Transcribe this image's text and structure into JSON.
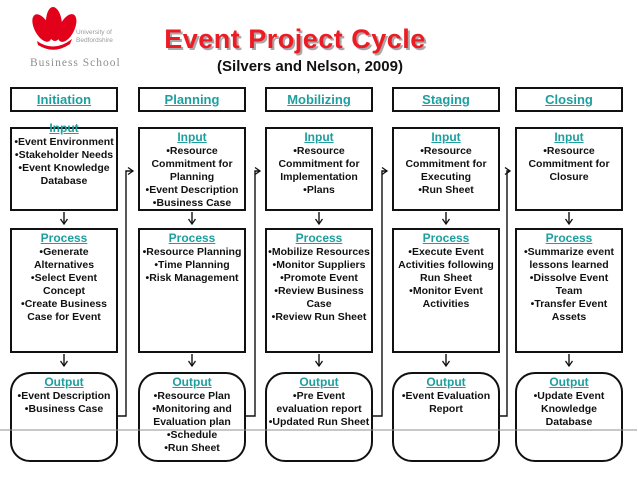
{
  "header": {
    "title": "Event Project Cycle",
    "subtitle": "(Silvers and Nelson, 2009)",
    "logo": {
      "university_line1": "University of",
      "university_line2": "Bedfordshire",
      "school": "Business School"
    }
  },
  "colors": {
    "title_red": "#ed1c24",
    "teal_accent": "#1e9f9f",
    "logo_red": "#e2001a",
    "box_border": "#111111"
  },
  "labels": {
    "input": "Input",
    "process": "Process",
    "output": "Output"
  },
  "phases": [
    {
      "name": "Initiation",
      "input": {
        "items": [
          "Event Environment",
          "Stakeholder Needs",
          "Event Knowledge Database"
        ]
      },
      "process": {
        "items": [
          "Generate Alternatives",
          "Select Event Concept",
          "Create Business Case for Event"
        ]
      },
      "output": {
        "items": [
          "Event Description",
          "Business Case"
        ]
      }
    },
    {
      "name": "Planning",
      "input": {
        "items": [
          "Resource Commitment for Planning",
          "Event Description",
          "Business Case"
        ]
      },
      "process": {
        "items": [
          "Resource Planning",
          "Time Planning",
          "Risk Management"
        ]
      },
      "output": {
        "items": [
          "Resource Plan",
          "Monitoring and Evaluation plan",
          "Schedule",
          "Run Sheet"
        ]
      }
    },
    {
      "name": "Mobilizing",
      "input": {
        "items": [
          "Resource Commitment for Implementation",
          "Plans"
        ]
      },
      "process": {
        "items": [
          "Mobilize Resources",
          "Monitor Suppliers",
          "Promote Event",
          "Review Business Case",
          "Review Run Sheet"
        ]
      },
      "output": {
        "items": [
          "Pre Event evaluation report",
          "Updated Run Sheet"
        ]
      }
    },
    {
      "name": "Staging",
      "input": {
        "items": [
          "Resource Commitment for Executing",
          "Run Sheet"
        ]
      },
      "process": {
        "items": [
          "Execute Event Activities following Run Sheet",
          "Monitor Event Activities"
        ]
      },
      "output": {
        "items": [
          "Event Evaluation Report"
        ]
      }
    },
    {
      "name": "Closing",
      "input": {
        "items": [
          "Resource Commitment for Closure"
        ]
      },
      "process": {
        "items": [
          "Summarize event lessons learned",
          "Dissolve Event Team",
          "Transfer Event Assets"
        ]
      },
      "output": {
        "items": [
          "Update Event Knowledge Database"
        ]
      }
    }
  ]
}
